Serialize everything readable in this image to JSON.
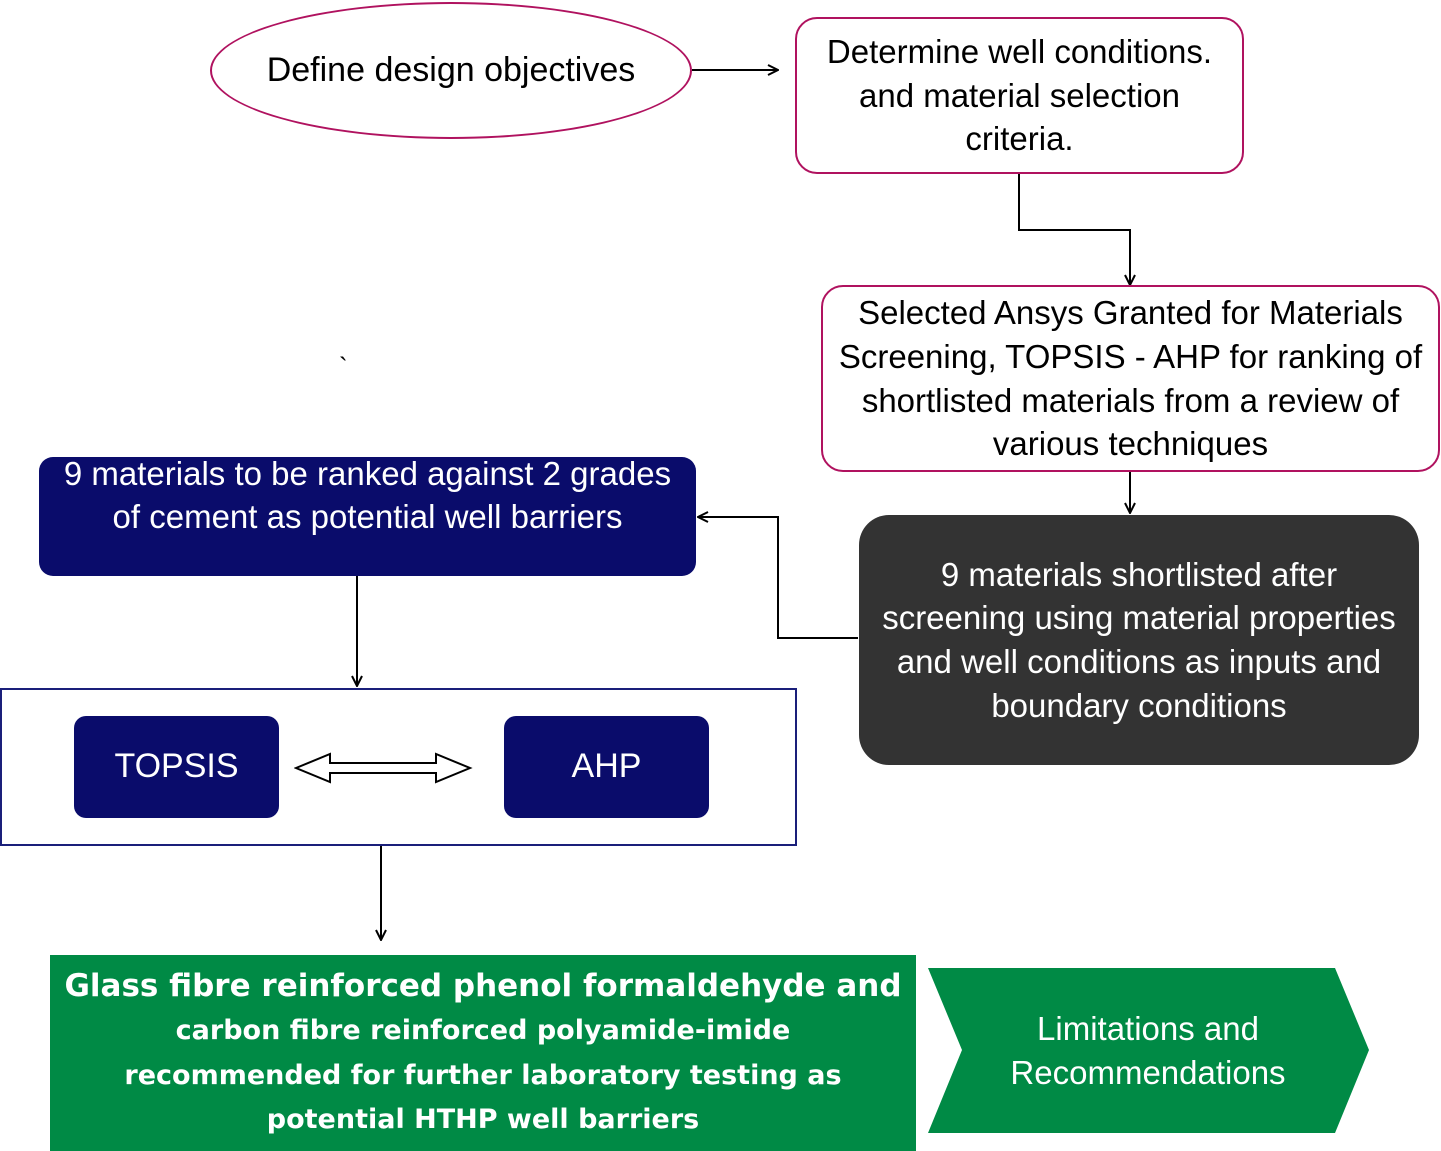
{
  "nodes": {
    "define_objectives": "Define design objectives",
    "well_conditions": "Determine well conditions. and material selection criteria.",
    "selected_methods": "Selected Ansys Granted for Materials Screening, TOPSIS - AHP for ranking of shortlisted materials from a review of various techniques",
    "shortlisted": "9 materials shortlisted after screening using material properties and well conditions as inputs and boundary conditions",
    "ranked": "9 materials to be ranked against 2 grades of cement as potential well barriers",
    "topsis": "TOPSIS",
    "ahp": "AHP",
    "recommended": {
      "line1": "Glass fibre reinforced phenol formaldehyde and",
      "line2": "carbon fibre reinforced polyamide-imide",
      "line3": "recommended for further laboratory testing as",
      "line4": "potential HTHP well barriers"
    },
    "limitations": "Limitations and Recommendations",
    "stray_mark": "`"
  },
  "colors": {
    "pink_border": "#b0125f",
    "navy": "#0a0c6b",
    "dark_grey": "#333333",
    "green": "#008a45",
    "frame_border": "#1a1f7a"
  }
}
